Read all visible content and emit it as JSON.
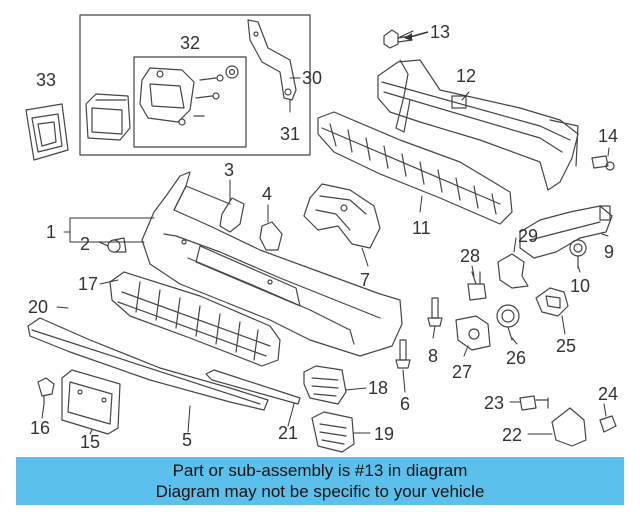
{
  "parts": {
    "p1": "1",
    "p2": "2",
    "p3": "3",
    "p4": "4",
    "p5": "5",
    "p6": "6",
    "p7": "7",
    "p8": "8",
    "p9": "9",
    "p10": "10",
    "p11": "11",
    "p12": "12",
    "p13": "13",
    "p14": "14",
    "p15": "15",
    "p16": "16",
    "p17": "17",
    "p18": "18",
    "p19": "19",
    "p20": "20",
    "p21": "21",
    "p22": "22",
    "p23": "23",
    "p24": "24",
    "p25": "25",
    "p26": "26",
    "p27": "27",
    "p28": "28",
    "p29": "29",
    "p30": "30",
    "p31": "31",
    "p32": "32",
    "p33": "33"
  },
  "highlight": {
    "part": "13",
    "color": "#5bc0eb"
  },
  "banner": {
    "line1": "Part or sub-assembly is #13 in diagram",
    "line2": "Diagram may not be specific to your vehicle",
    "background": "#5bc0eb"
  }
}
